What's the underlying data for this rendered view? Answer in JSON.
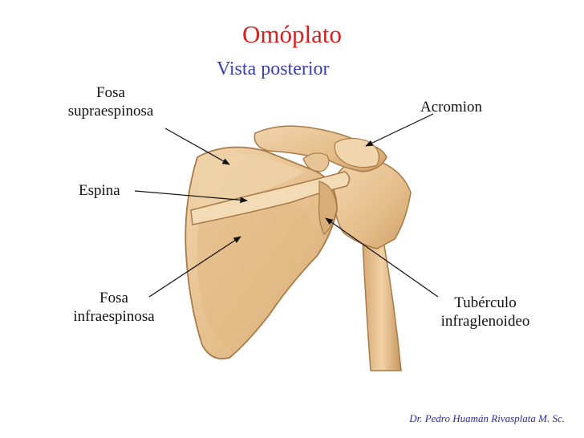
{
  "title": "Omóplato",
  "subtitle": "Vista posterior",
  "labels": {
    "fosa_supra_1": "Fosa",
    "fosa_supra_2": "supraespinosa",
    "espina": "Espina",
    "fosa_infra_1": "Fosa",
    "fosa_infra_2": "infraespinosa",
    "acromion": "Acromion",
    "tuberculo_1": "Tubérculo",
    "tuberculo_2": "infraglenoideo"
  },
  "footer": "Dr. Pedro Huamán Rivasplata M. Sc.",
  "colors": {
    "title": "#d42020",
    "subtitle": "#3b3fb0",
    "footer": "#2a2a9a",
    "bone": "#e8c79a",
    "bone_shadow": "#c99a63",
    "bone_dark": "#9c6f3f"
  }
}
